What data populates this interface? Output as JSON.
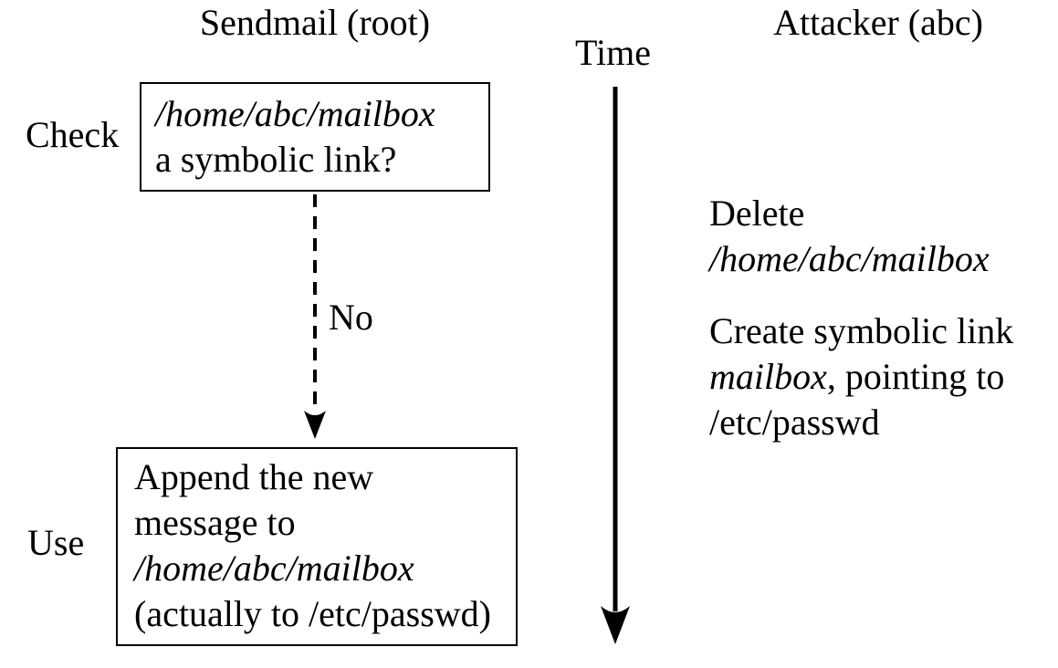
{
  "colors": {
    "background": "#ffffff",
    "text": "#000000",
    "line": "#000000"
  },
  "headers": {
    "sendmail": "Sendmail (root)",
    "attacker": "Attacker (abc)",
    "time": "Time"
  },
  "sendmail_lane": {
    "check_label": "Check",
    "check_box": {
      "path_italic": "/home/abc/mailbox",
      "question": "a symbolic link?"
    },
    "branch_label": "No",
    "use_label": "Use",
    "use_box": {
      "line1": "Append the new",
      "line2": "message to",
      "path_italic": "/home/abc/mailbox",
      "line4": "(actually to /etc/passwd)"
    }
  },
  "attacker_lane": {
    "action1": {
      "line1": "Delete",
      "path_italic": "/home/abc/mailbox"
    },
    "action2": {
      "line1": "Create symbolic link",
      "italic": "mailbox",
      "after_italic": ", pointing to",
      "line3": "/etc/passwd"
    }
  }
}
